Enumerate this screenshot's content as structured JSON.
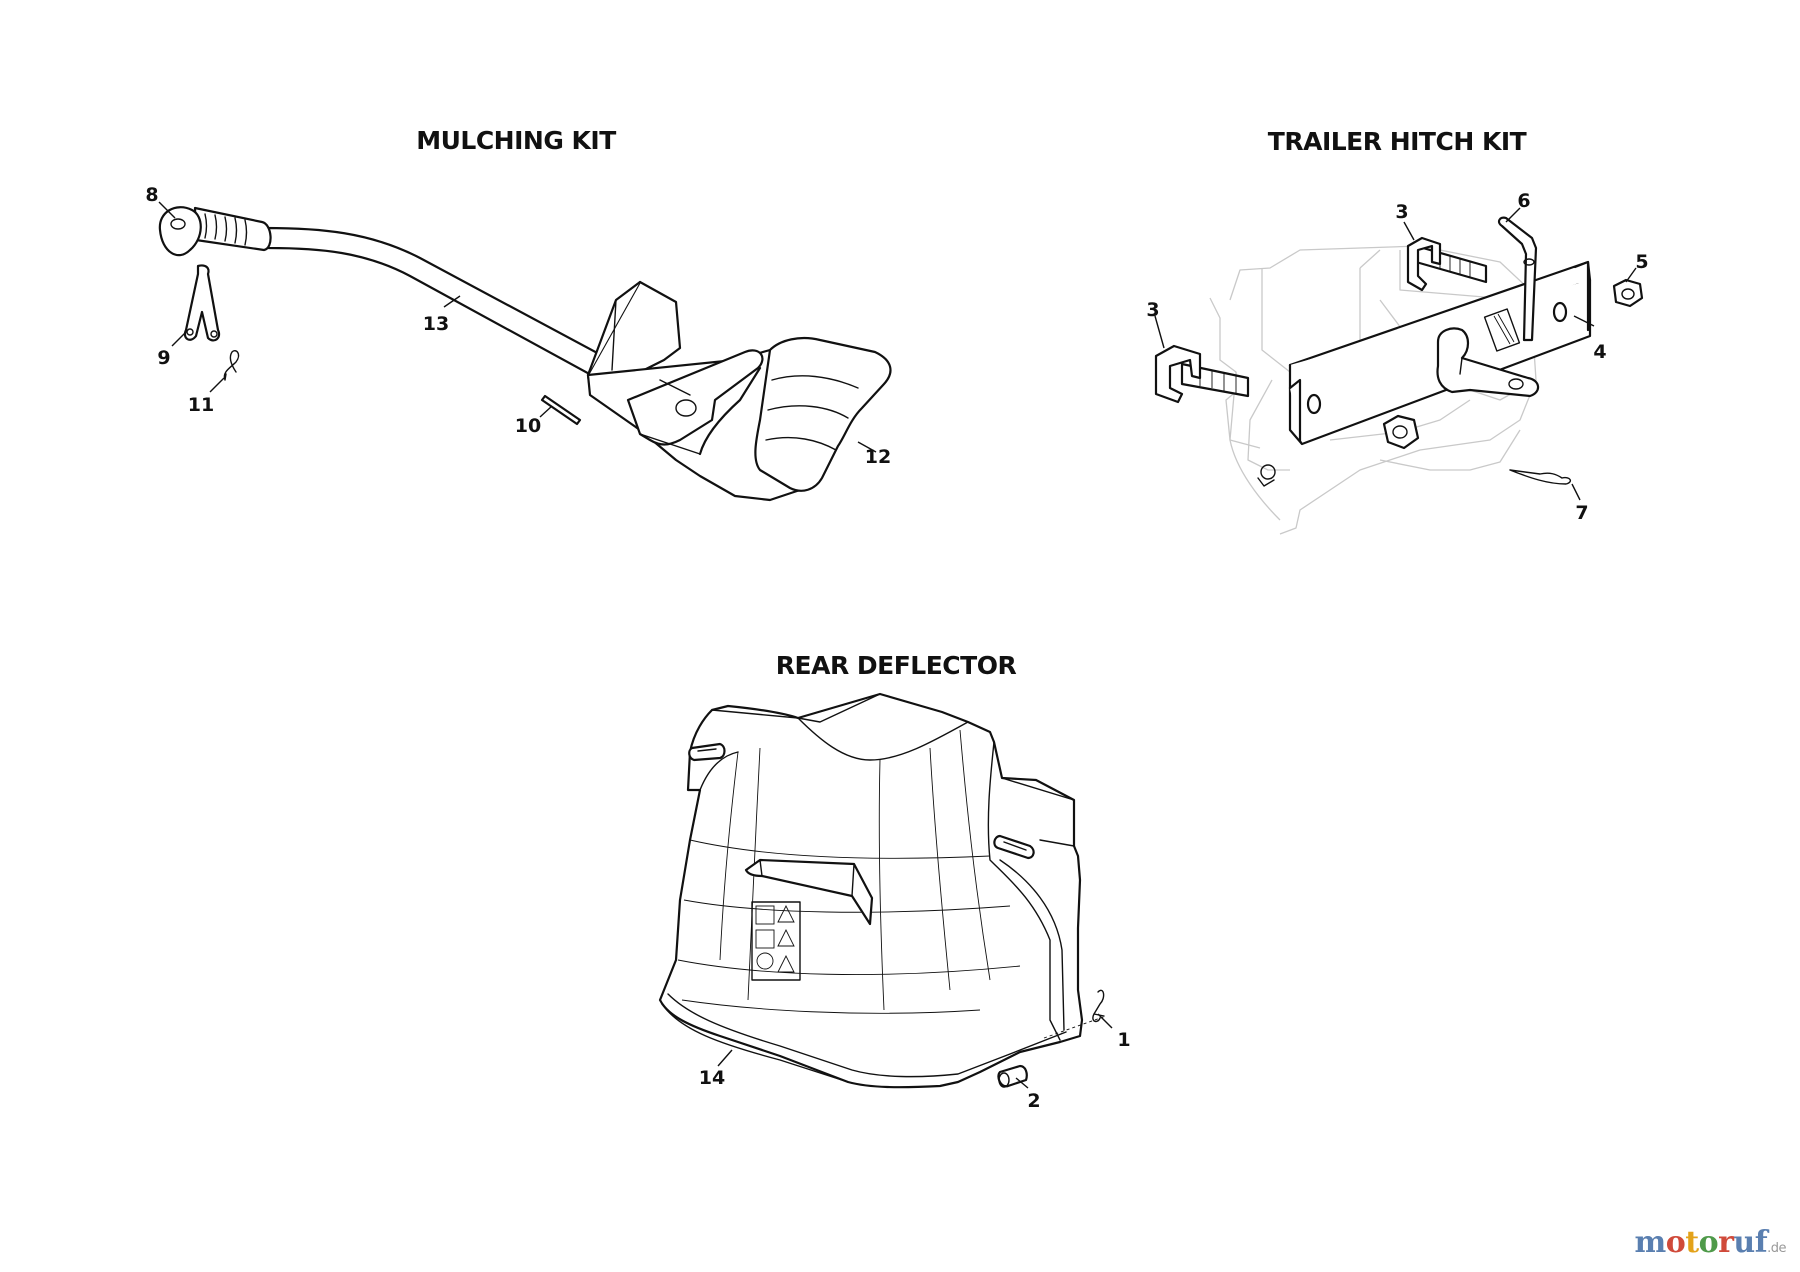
{
  "sections": {
    "mulching": {
      "title": "MULCHING KIT",
      "callouts": [
        "8",
        "9",
        "11",
        "13",
        "10",
        "12"
      ]
    },
    "trailer": {
      "title": "TRAILER HITCH KIT",
      "callouts": [
        "3",
        "6",
        "5",
        "3",
        "4",
        "7"
      ]
    },
    "rear": {
      "title": "REAR DEFLECTOR",
      "callouts": [
        "1",
        "14",
        "2"
      ]
    }
  },
  "watermark": {
    "parts": [
      "m",
      "o",
      "t",
      "o",
      "r",
      "uf",
      ".de"
    ]
  }
}
